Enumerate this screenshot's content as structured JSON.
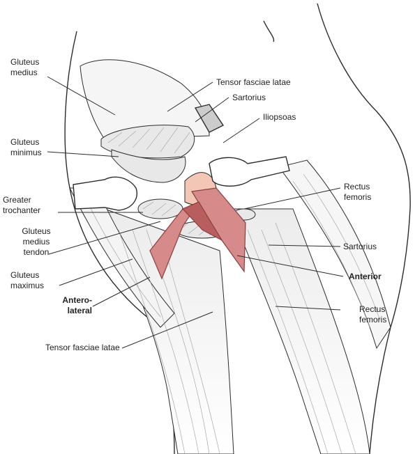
{
  "colors": {
    "line": "#2b2b2b",
    "muscle": "#f2f2f2",
    "shade": "#dcdcdc",
    "retractor": "#d68a8a",
    "retractor_dark": "#b85e5e",
    "highlight": "#f3c7b6"
  },
  "labels": {
    "gluteus_medius": [
      "Gluteus",
      "medius"
    ],
    "tensor_fasciae_latae_top": "Tensor fasciae latae",
    "sartorius_top": "Sartorius",
    "iliopsoas": "Iliopsoas",
    "gluteus_minimus": [
      "Gluteus",
      "minimus"
    ],
    "greater_trochanter": [
      "Greater",
      "trochanter"
    ],
    "rectus_femoris_top": [
      "Rectus",
      "femoris"
    ],
    "gluteus_medius_tendon": [
      "Gluteus",
      "medius",
      "tendon"
    ],
    "sartorius_right": "Sartorius",
    "gluteus_maximus": [
      "Gluteus",
      "maximus"
    ],
    "anterior": "Anterior",
    "anterolateral": [
      "Antero-",
      "lateral"
    ],
    "rectus_femoris_bottom": [
      "Rectus",
      "femoris"
    ],
    "tensor_fasciae_latae_bottom": "Tensor fasciae latae"
  }
}
